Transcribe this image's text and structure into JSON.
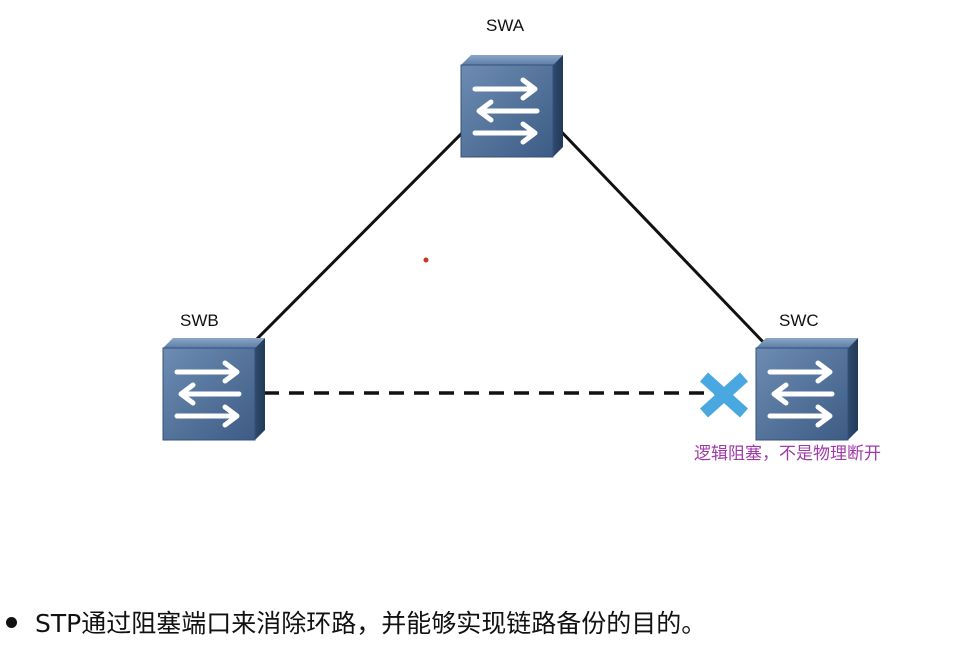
{
  "diagram": {
    "nodes": [
      {
        "id": "swa",
        "label": "SWA"
      },
      {
        "id": "swb",
        "label": "SWB"
      },
      {
        "id": "swc",
        "label": "SWC"
      }
    ],
    "links": [
      {
        "from": "SWA",
        "to": "SWB",
        "style": "solid"
      },
      {
        "from": "SWA",
        "to": "SWC",
        "style": "solid"
      },
      {
        "from": "SWB",
        "to": "SWC",
        "style": "dashed",
        "blocked_at": "SWC"
      }
    ],
    "annotation": "逻辑阻塞，不是物理断开",
    "annotation_color": "#a03aa8",
    "block_mark_color": "#4aa8e0",
    "switch_color": "#4a6a93",
    "bullet_text": "STP通过阻塞端口来消除环路，并能够实现链路备份的目的。"
  }
}
